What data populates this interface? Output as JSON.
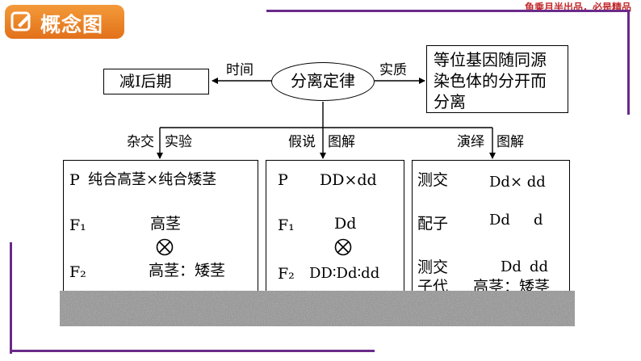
{
  "header": {
    "badge_title": "概念图",
    "slogan": "鱼乘月半出品，必是精品"
  },
  "diagram": {
    "center": "分离定律",
    "left_label": "时间",
    "left_box": "减Ⅰ后期",
    "right_label": "实质",
    "right_box": [
      "等位基因随同源",
      "染色体的分开而",
      "分离"
    ],
    "branch1": [
      "杂交",
      "实验"
    ],
    "branch2": [
      "假说",
      "图解"
    ],
    "branch3": [
      "演绎",
      "图解"
    ],
    "box1": {
      "p_label": "P",
      "p_text": "纯合高茎×纯合矮茎",
      "f1_label": "F₁",
      "f1_text": "高茎",
      "f2_label": "F₂",
      "f2_text": "高茎：矮茎",
      "cross_symbol": "⊗"
    },
    "box2": {
      "p_label": "P",
      "p_text": "DD×dd",
      "f1_label": "F₁",
      "f1_text": "Dd",
      "f2_label": "F₂",
      "f2_text": "DD∶Dd∶dd",
      "cross_symbol": "⊗"
    },
    "box3": {
      "row1_label": "测交",
      "row1_text": "Dd× dd",
      "row2_label": "配子",
      "gamete1": "Dd",
      "gamete2": "d",
      "row3_label": "测交",
      "row3_sub": "子代",
      "offspring1": "Dd",
      "offspring2": "dd",
      "phenotype": "高茎：矮茎"
    }
  }
}
